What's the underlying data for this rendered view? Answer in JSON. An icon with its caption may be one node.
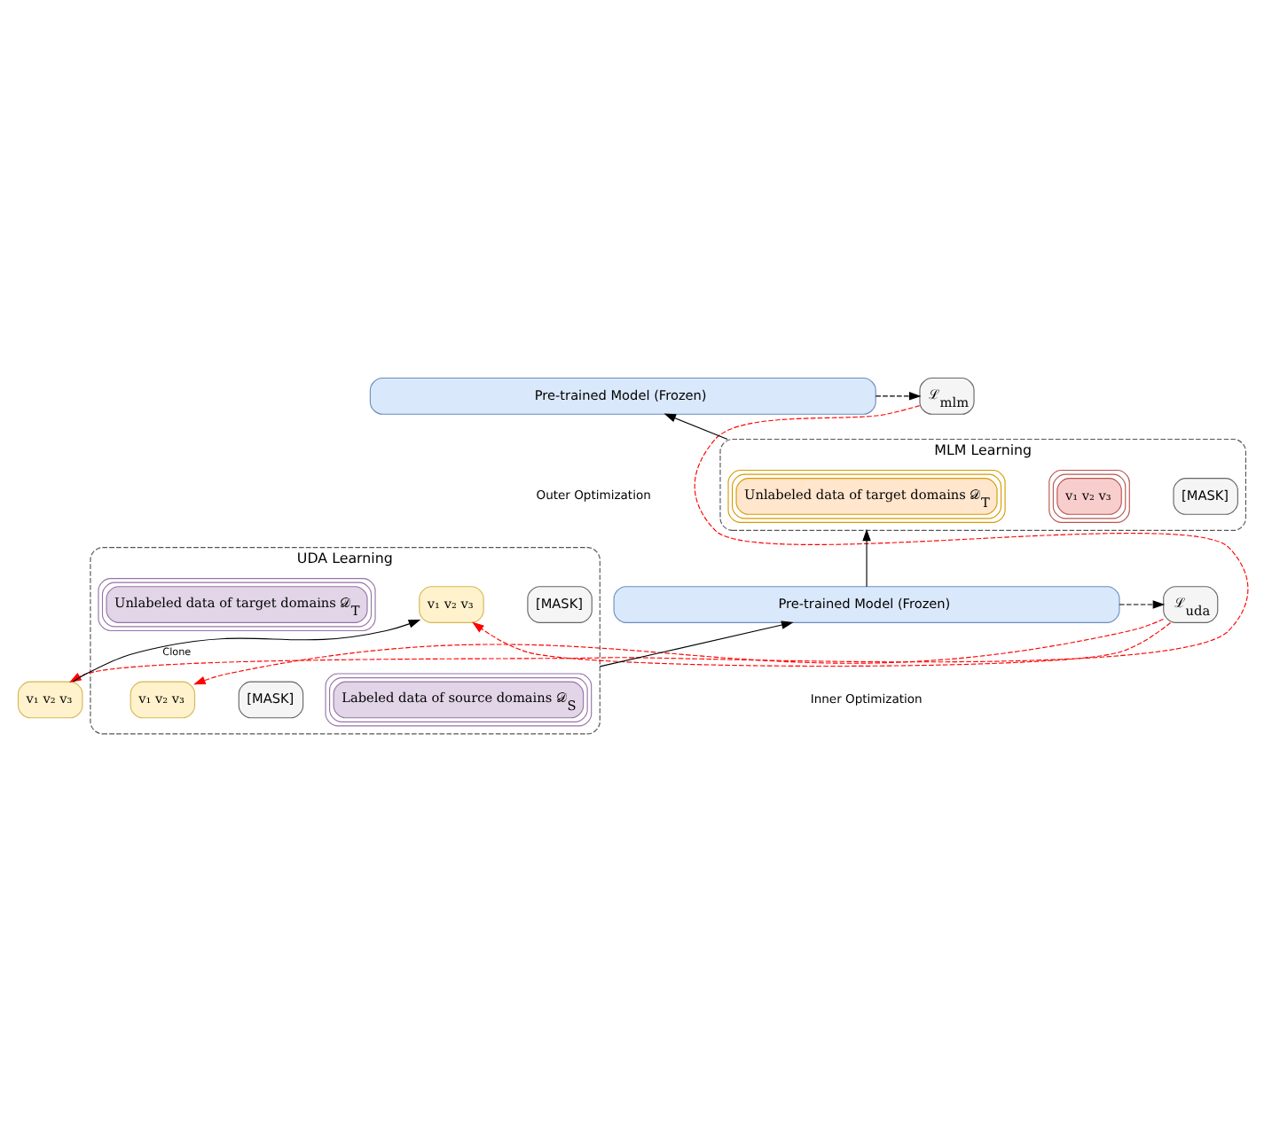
{
  "diagram": {
    "nodes": [
      {
        "text": [
          "Pre-trained Model (Frozen)"
        ]
      },
      {
        "text": [
          "ℒ$_{mlm}$"
        ]
      },
      {
        "text": [
          "MLM Learning"
        ]
      },
      {
        "text": [
          "Unlabeled data of target domains 𝒟$_{T}$"
        ],
        "in": 2
      },
      {
        "text": [
          "v₁ v₂ v₃"
        ],
        "in": 2
      },
      {
        "text": [
          "[MASK]"
        ],
        "in": 2
      },
      {
        "text": [
          "Pre-trained Model (Frozen)"
        ]
      },
      {
        "text": [
          "ℒ$_{uda}$"
        ]
      },
      {
        "text": [
          "UDA Learning"
        ]
      },
      {
        "text": [
          "Labeled data of source domains 𝒟$_{S}$"
        ],
        "in": 8
      },
      {
        "text": [
          "v₁ v₂ v₃"
        ],
        "in": 8
      },
      {
        "text": [
          "[MASK]"
        ],
        "in": 8
      },
      {
        "text": [
          "Unlabeled data of target domains 𝒟$_{T}$"
        ],
        "in": 8
      },
      {
        "text": [
          "v₁ v₂ v₃"
        ],
        "in": 8
      },
      {
        "text": [
          "[MASK]"
        ],
        "in": 8
      },
      {
        "text": [
          "v₁ v₂ v₃"
        ]
      }
    ],
    "edges": [
      {
        "from": 0,
        "to": 1,
        "arrow": "to",
        "style": "dashed"
      },
      {
        "from": 2,
        "to": 0,
        "arrow": "to"
      },
      {
        "from": 6,
        "to": 2,
        "arrow": "to"
      },
      {
        "from": 6,
        "to": 7,
        "arrow": "to",
        "style": "dashed"
      },
      {
        "from": 8,
        "to": 6,
        "arrow": "to"
      },
      {
        "from": 7,
        "to": 10,
        "arrow": "to",
        "style": "dashed",
        "color": "#ff0000"
      },
      {
        "from": 7,
        "to": 13,
        "arrow": "to",
        "style": "dashed",
        "color": "#ff0000"
      },
      {
        "from": 15,
        "to": 13,
        "arrow": "to",
        "label": "Clone"
      },
      {
        "from": 1,
        "to": 15,
        "arrow": "to",
        "style": "dashed",
        "color": "#ff0000"
      }
    ],
    "labels": [
      "Outer Optimization",
      "Inner Optimization"
    ]
  }
}
